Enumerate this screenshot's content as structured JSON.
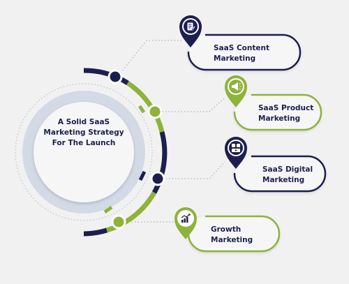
{
  "center": {
    "lines": [
      "A Solid SaaS",
      "Marketing Strategy",
      "For The Launch"
    ]
  },
  "cards": [
    {
      "lines": [
        "SaaS Content",
        "Marketing"
      ],
      "icon": "document-edit-icon",
      "theme": "navy"
    },
    {
      "lines": [
        "SaaS Product",
        "Marketing"
      ],
      "icon": "megaphone-icon",
      "theme": "green"
    },
    {
      "lines": [
        "SaaS Digital",
        "Marketing"
      ],
      "icon": "digital-media-icon",
      "theme": "navy"
    },
    {
      "lines": [
        "Growth",
        "Marketing"
      ],
      "icon": "growth-chart-icon",
      "theme": "green"
    }
  ],
  "colors": {
    "navy": "#1c1f4e",
    "green": "#8db33a",
    "background": "#f1f1f2",
    "ring": "#d3dae5",
    "card": "#f6f6f7"
  }
}
